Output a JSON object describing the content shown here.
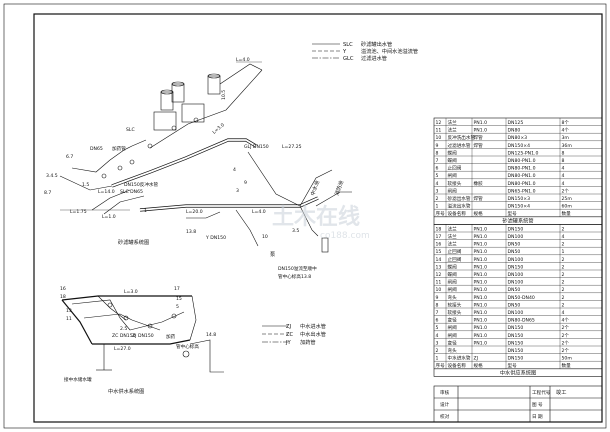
{
  "legend_top": [
    {
      "code": "SLC",
      "desc": "砂滤罐出水管"
    },
    {
      "code": "Y",
      "desc": "溢流池、中间水池溢流管"
    },
    {
      "code": "GLC",
      "desc": "过滤进水管"
    }
  ],
  "sand_diagram": {
    "title": "砂滤罐系统图",
    "labels": {
      "l40": "L=4.0",
      "p105": "10.5",
      "l30": "L=3.0",
      "slc": "SLC",
      "dn65": "DN65",
      "jia_yao": "加药管",
      "v67": "6.7",
      "v345": "3.4.5",
      "v87": "8.7",
      "l14": "L=14.0",
      "slc_dn65": "SLC DN65",
      "v15": "1.5",
      "l175": "L=1.75",
      "l10": "L=1.0",
      "dn150_slc": "DN150反冲水管",
      "v1": "1",
      "glj": "GLJ DN150",
      "l2725": "L=27.25",
      "v4": "4",
      "v9": "9",
      "v3": "3",
      "zs": "中水池",
      "xfs": "消防池",
      "l200": "L=20.0",
      "v138": "13.8",
      "y_dn150": "Y DN150",
      "l40b": "L=4.0",
      "v35": "3.5",
      "v10": "10",
      "dn150_note": "DN150溢流至顺中",
      "guan": "管中心标高13.8",
      "beng": "泵"
    }
  },
  "legend_bottom": [
    {
      "code": "ZJ",
      "desc": "中水进水管"
    },
    {
      "code": "ZC",
      "desc": "中水出水管"
    },
    {
      "code": "JY",
      "desc": "加药管"
    }
  ],
  "reclaim_diagram": {
    "title": "中水供水系统图",
    "labels": {
      "v16": "16",
      "v18": "18",
      "v17": "17",
      "v13": "13",
      "v11": "11",
      "v15": "15",
      "v5": "5",
      "l30": "L=3.0",
      "l270": "L=27.0",
      "zj": "ZJ DN150",
      "zc": "ZC DN150",
      "v148": "14.8",
      "v25": "2.5",
      "jia": "加药",
      "gz": "管中心标高",
      "jy": "接中水储水罐"
    }
  },
  "table1": {
    "title": "砂滤罐系统管",
    "header": [
      "序号",
      "设备名称",
      "规格",
      "型号",
      "数量"
    ],
    "rows": [
      [
        "12",
        "法兰",
        "PN1.0",
        "DN125",
        "8个"
      ],
      [
        "11",
        "法兰",
        "PN1.0",
        "DN80",
        "4个"
      ],
      [
        "10",
        "反冲洗出水管",
        "焊管",
        "DN80×3",
        "3m"
      ],
      [
        "9",
        "过滤进水管",
        "焊管",
        "DN150×4",
        "36m"
      ],
      [
        "8",
        "蝶阀",
        "",
        "DN125-PN1.0",
        "8"
      ],
      [
        "7",
        "蝶阀",
        "",
        "DN80-PN1.0",
        "8"
      ],
      [
        "6",
        "止回阀",
        "",
        "DN80-PN1.0",
        "4"
      ],
      [
        "5",
        "闸阀",
        "",
        "DN80-PN1.0",
        "4"
      ],
      [
        "4",
        "软接头",
        "橡胶",
        "DN80-PN1.0",
        "4"
      ],
      [
        "3",
        "闸阀",
        "",
        "DN65-PN1.0",
        "2个"
      ],
      [
        "2",
        "砂滤出水管",
        "焊管",
        "DN150×3",
        "25m"
      ],
      [
        "1",
        "溢流出水管",
        "",
        "DN150×4",
        "60m"
      ]
    ]
  },
  "table2": {
    "title": "中水供应系统图",
    "header": [
      "序号",
      "设备名称",
      "规格",
      "型号",
      "数量"
    ],
    "rows": [
      [
        "18",
        "法兰",
        "PN1.0",
        "DN150",
        "2"
      ],
      [
        "17",
        "法兰",
        "PN1.0",
        "DN100",
        "4"
      ],
      [
        "16",
        "法兰",
        "PN1.0",
        "DN50",
        "2"
      ],
      [
        "15",
        "止回阀",
        "PN1.0",
        "DN50",
        "1"
      ],
      [
        "14",
        "止回阀",
        "PN1.0",
        "DN100",
        "2"
      ],
      [
        "13",
        "蝶阀",
        "PN1.0",
        "DN150",
        "2"
      ],
      [
        "12",
        "蝶阀",
        "PN1.0",
        "DN100",
        "2"
      ],
      [
        "11",
        "闸阀",
        "PN1.0",
        "DN100",
        "2"
      ],
      [
        "10",
        "闸阀",
        "PN1.0",
        "DN50",
        "2"
      ],
      [
        "9",
        "弯头",
        "PN1.0",
        "DN50-DN40",
        "2"
      ],
      [
        "8",
        "软接头",
        "PN1.0",
        "DN50",
        "2"
      ],
      [
        "7",
        "软接头",
        "PN1.0",
        "DN100",
        "4"
      ],
      [
        "6",
        "变径",
        "PN1.0",
        "DN80-DN65",
        "4个"
      ],
      [
        "5",
        "闸阀",
        "PN1.0",
        "DN150",
        "2个"
      ],
      [
        "4",
        "闸阀",
        "PN1.0",
        "DN150",
        "2个"
      ],
      [
        "3",
        "变径",
        "PN1.0",
        "DN150",
        "2个"
      ],
      [
        "2",
        "弯头",
        "",
        "DN150",
        "2个"
      ],
      [
        "1",
        "中水进水管",
        "ZJ",
        "DN150",
        "50m"
      ]
    ]
  },
  "title_block": {
    "left_rows": [
      "审核",
      "设计",
      "校对"
    ],
    "right": [
      {
        "k": "工程代号",
        "v": "竣工"
      },
      {
        "k": "图  号",
        "v": ""
      },
      {
        "k": "日  期",
        "v": ""
      }
    ]
  },
  "watermark": {
    "text": "土木在线",
    "sub": "co188.com"
  }
}
